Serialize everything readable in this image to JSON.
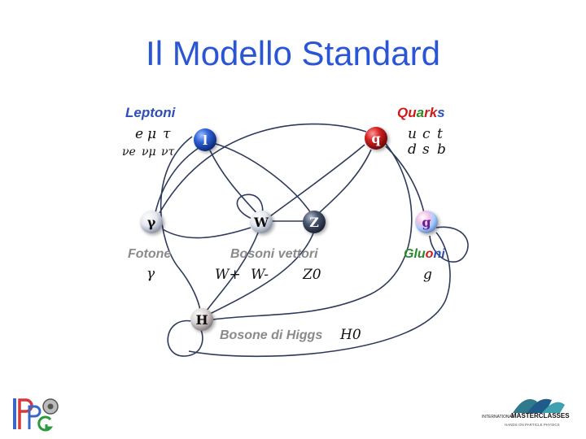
{
  "title": "Il Modello Standard",
  "groups": {
    "leptoni": {
      "label": "Leptoni",
      "row1": [
        "e",
        "μ",
        "τ"
      ],
      "row2": [
        "νe",
        "νμ",
        "ντ"
      ]
    },
    "quarks": {
      "label_parts": [
        "Qu",
        "a",
        "rk",
        "s"
      ],
      "row1": [
        "u",
        "c",
        "t"
      ],
      "row2": [
        "d",
        "s",
        "b"
      ]
    },
    "fotone": {
      "label": "Fotone",
      "symbol": "γ"
    },
    "bosoni": {
      "label": "Bosoni vettori",
      "symbols": [
        "W+",
        "W-",
        "Z0"
      ]
    },
    "gluoni": {
      "label_parts": [
        "Glu",
        "o",
        "ni"
      ],
      "symbol": "g"
    },
    "higgs": {
      "label": "Bosone di Higgs",
      "symbol": "H0"
    }
  },
  "nodes": {
    "lepton": "l",
    "quark": "q",
    "photon": "γ",
    "w": "W",
    "z": "Z",
    "gluon": "g",
    "higgs": "H"
  },
  "logos": {
    "left": "IPPOG",
    "right_lines": [
      "INTERNATIONAL",
      "MASTERCLASSES",
      "HANDS ON PARTICLE PHYSICS"
    ]
  },
  "colors": {
    "title": "#2a55d4",
    "lepton": "#1f4fc4",
    "quark": "#d11a1a",
    "line": "#2d3a5a"
  }
}
